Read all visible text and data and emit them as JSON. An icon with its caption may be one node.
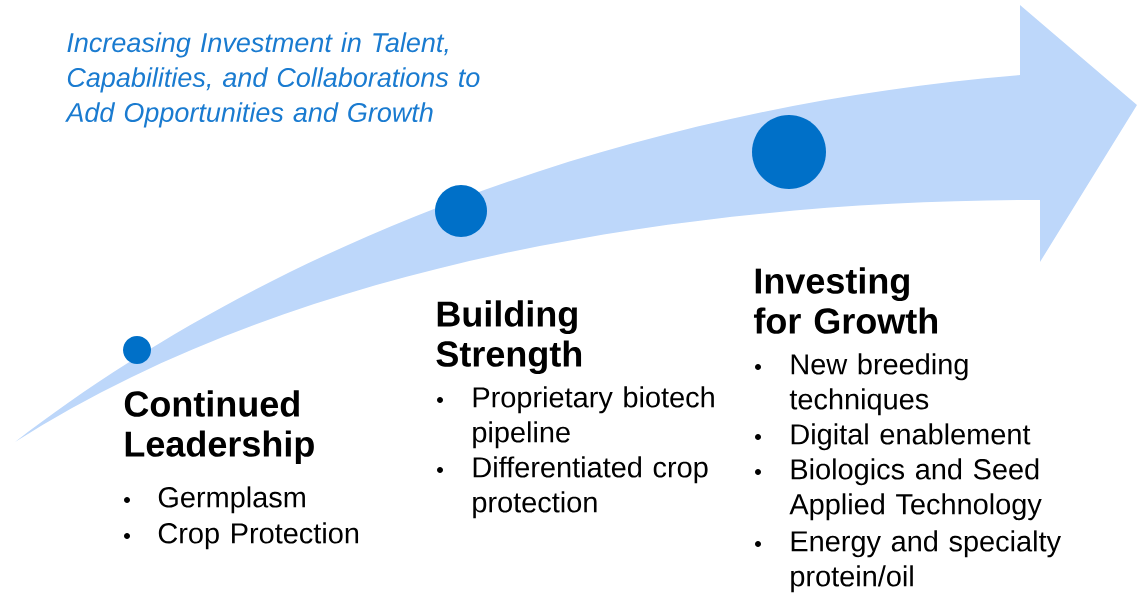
{
  "diagram": {
    "title": "Increasing Investment in Talent, Capabilities, and Collaborations to Add Opportunities and Growth",
    "nodes": [
      {
        "text": [],
        "shape": "circle",
        "beside": [
          "Continued Leadership",
          "Germplasm",
          "Crop Protection"
        ]
      },
      {
        "text": [],
        "shape": "circle",
        "beside": [
          "Building Strength",
          "Proprietary biotech pipeline",
          "Differentiated crop protection"
        ]
      },
      {
        "text": [],
        "shape": "circle",
        "beside": [
          "Investing for Growth",
          "New breeding techniques",
          "Digital enablement",
          "Biologics and Seed Applied Technology",
          "Energy and specialty protein/oil"
        ]
      }
    ]
  }
}
